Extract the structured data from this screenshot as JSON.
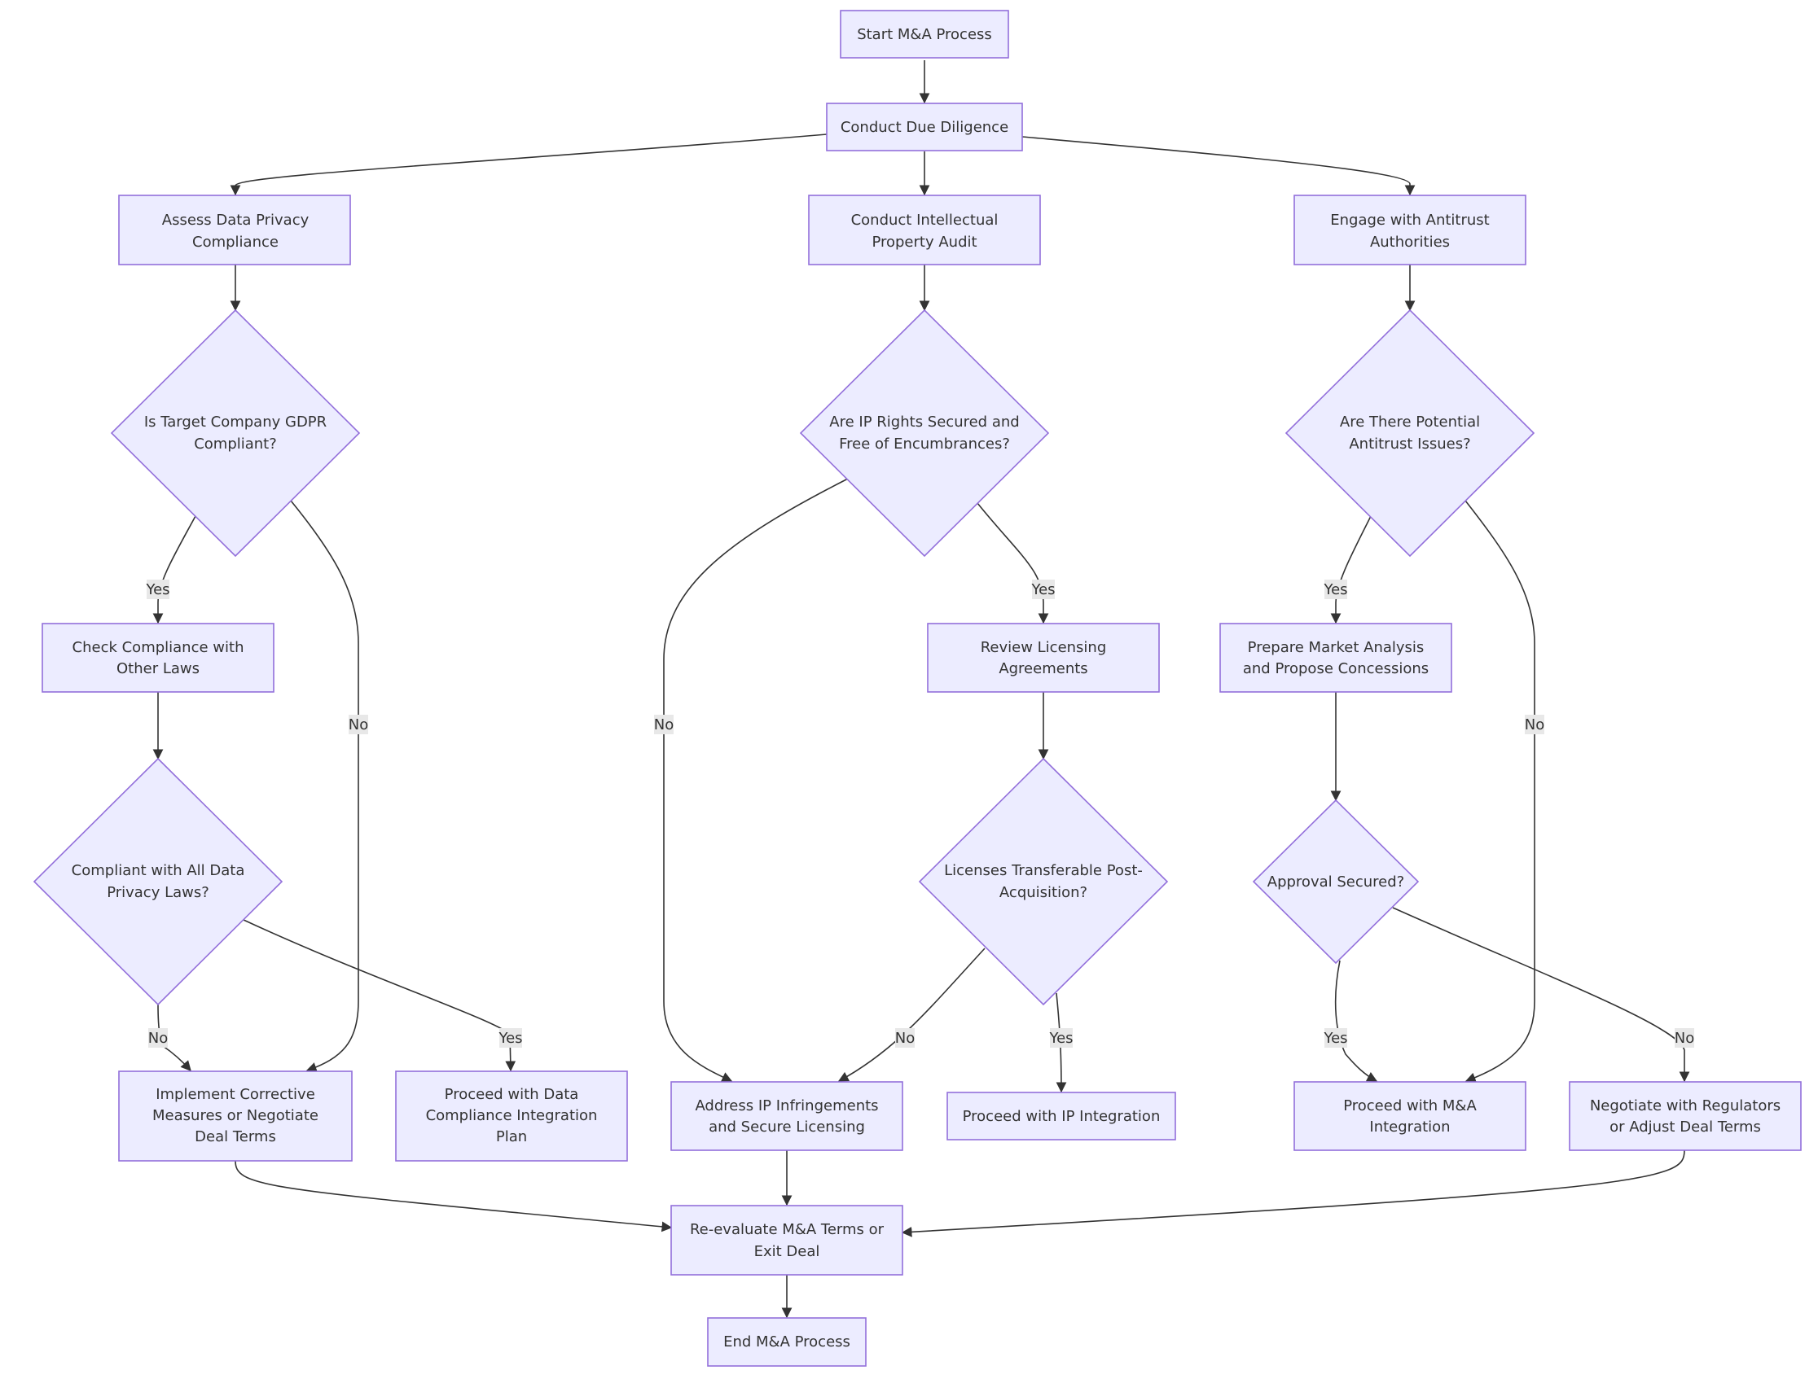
{
  "nodes": {
    "start": {
      "lines": [
        "Start M&A Process"
      ]
    },
    "due_diligence": {
      "lines": [
        "Conduct Due Diligence"
      ]
    },
    "assess_privacy": {
      "lines": [
        "Assess Data Privacy",
        "Compliance"
      ]
    },
    "ip_audit": {
      "lines": [
        "Conduct Intellectual",
        "Property Audit"
      ]
    },
    "antitrust": {
      "lines": [
        "Engage with Antitrust",
        "Authorities"
      ]
    },
    "gdpr_q": {
      "lines": [
        "Is Target Company GDPR",
        "Compliant?"
      ]
    },
    "ip_q": {
      "lines": [
        "Are IP Rights Secured and",
        "Free of Encumbrances?"
      ]
    },
    "antitrust_q": {
      "lines": [
        "Are There Potential",
        "Antitrust Issues?"
      ]
    },
    "other_laws": {
      "lines": [
        "Check Compliance with",
        "Other Laws"
      ]
    },
    "review_lic": {
      "lines": [
        "Review Licensing",
        "Agreements"
      ]
    },
    "market_analysis": {
      "lines": [
        "Prepare Market Analysis",
        "and Propose Concessions"
      ]
    },
    "all_laws_q": {
      "lines": [
        "Compliant with All Data",
        "Privacy Laws?"
      ]
    },
    "lic_q": {
      "lines": [
        "Licenses Transferable Post-",
        "Acquisition?"
      ]
    },
    "approval_q": {
      "lines": [
        "Approval Secured?"
      ]
    },
    "corrective": {
      "lines": [
        "Implement Corrective",
        "Measures or Negotiate",
        "Deal Terms"
      ]
    },
    "data_plan": {
      "lines": [
        "Proceed with Data",
        "Compliance Integration",
        "Plan"
      ]
    },
    "address_ip": {
      "lines": [
        "Address IP Infringements",
        "and Secure Licensing"
      ]
    },
    "ip_integration": {
      "lines": [
        "Proceed with IP Integration"
      ]
    },
    "ma_integration": {
      "lines": [
        "Proceed with M&A",
        "Integration"
      ]
    },
    "negotiate": {
      "lines": [
        "Negotiate with Regulators",
        "or Adjust Deal Terms"
      ]
    },
    "reevaluate": {
      "lines": [
        "Re-evaluate M&A Terms or",
        "Exit Deal"
      ]
    },
    "end": {
      "lines": [
        "End M&A Process"
      ]
    }
  },
  "edge_labels": {
    "gdpr_yes": "Yes",
    "gdpr_no": "No",
    "ip_no": "No",
    "ip_yes": "Yes",
    "antitrust_yes": "Yes",
    "antitrust_no": "No",
    "laws_no": "No",
    "laws_yes": "Yes",
    "lic_no": "No",
    "lic_yes": "Yes",
    "approval_yes": "Yes",
    "approval_no": "No"
  },
  "colors": {
    "node_fill": "#ECECFF",
    "node_stroke": "#9370DB",
    "edge": "#333333",
    "label_bg": "#E8E8E8",
    "text": "#333333"
  }
}
